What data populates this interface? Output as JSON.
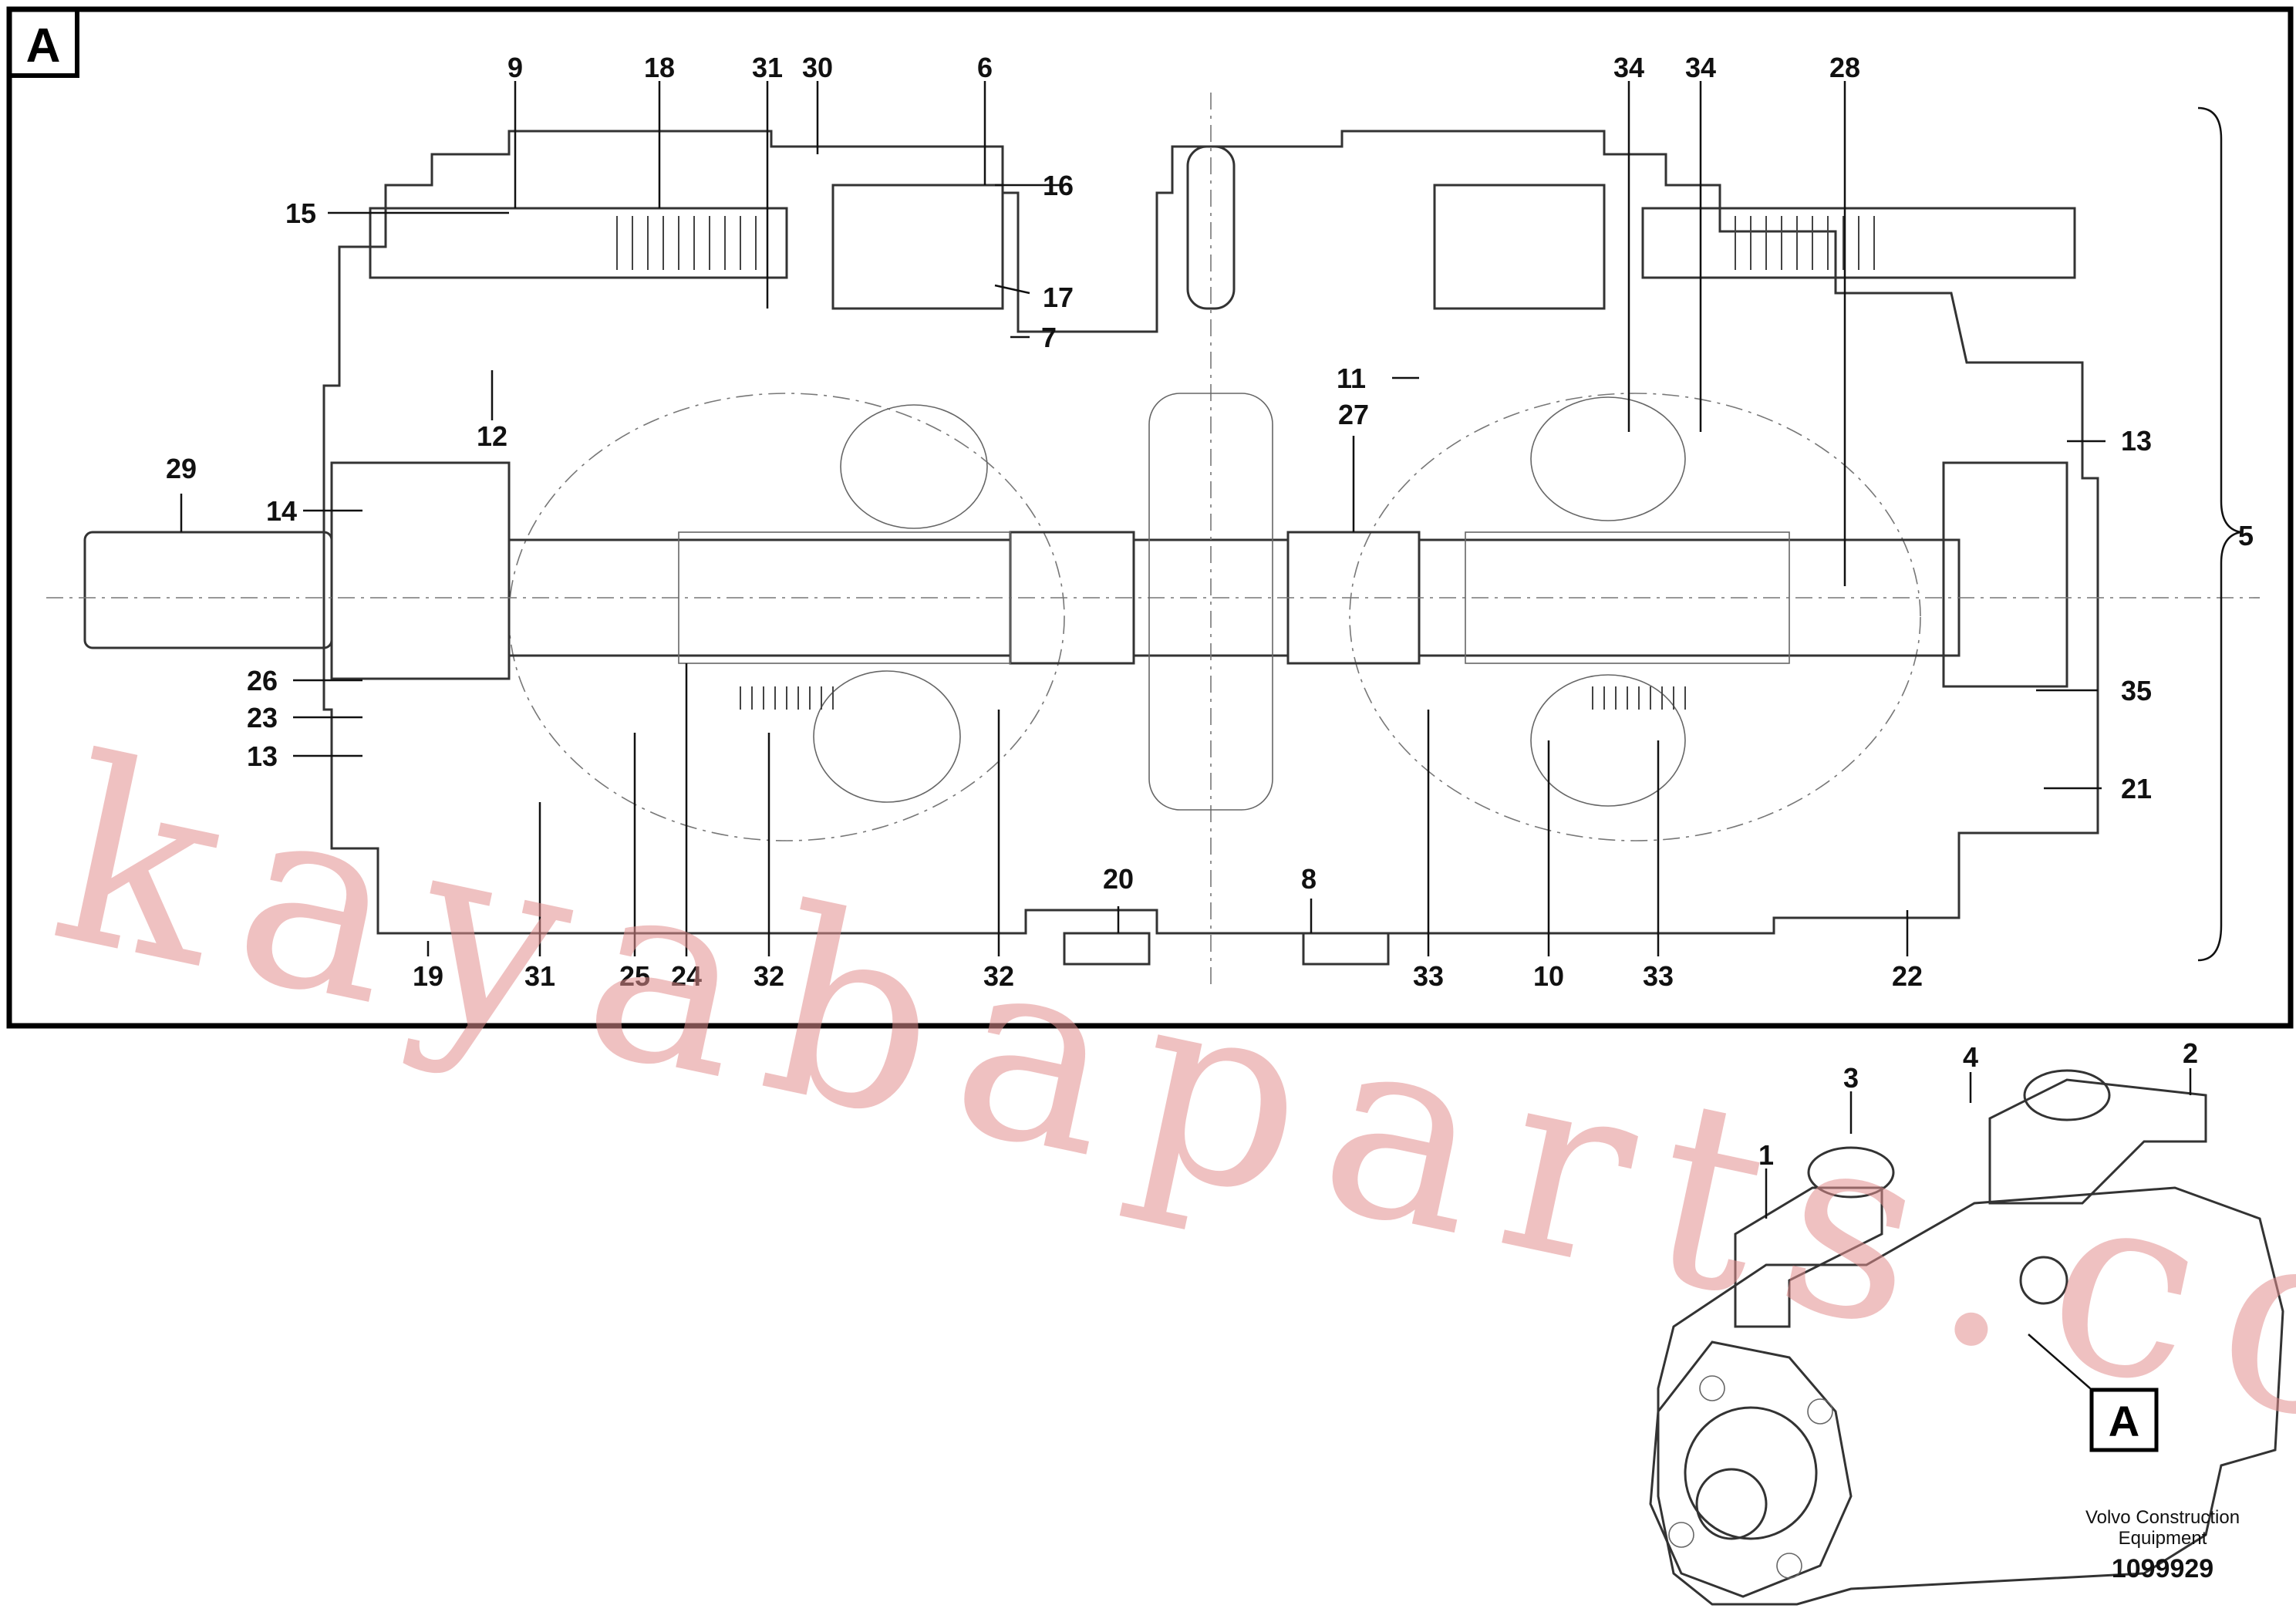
{
  "view_label": "A",
  "inset_view_label": "A",
  "section_callouts": [
    "9",
    "18",
    "31",
    "30",
    "6",
    "34",
    "34",
    "28",
    "15",
    "16",
    "17",
    "7",
    "11",
    "12",
    "27",
    "13",
    "29",
    "14",
    "5",
    "26",
    "23",
    "13",
    "35",
    "21",
    "20",
    "8",
    "19",
    "31",
    "25",
    "24",
    "32",
    "32",
    "33",
    "10",
    "33",
    "22"
  ],
  "inset_callouts": [
    "1",
    "3",
    "4",
    "2"
  ],
  "manufacturer_line1": "Volvo Construction",
  "manufacturer_line2": "Equipment",
  "drawing_number": "1099929",
  "watermark": "kayabaparts.com"
}
